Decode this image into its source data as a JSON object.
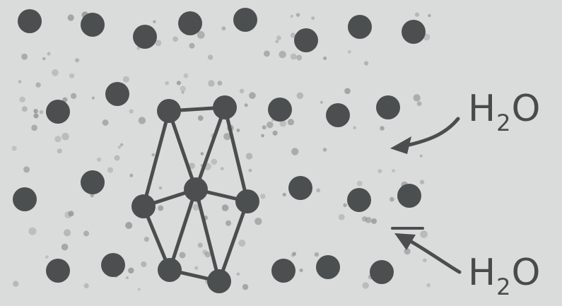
{
  "labels": [
    {
      "main": "H",
      "sub": "2",
      "tail": "O"
    },
    {
      "main": "H",
      "sub": "2",
      "tail": "O"
    }
  ],
  "colors": {
    "background": "#d9dcdb",
    "atom": "#4b4f50",
    "bond": "#4a4e4f",
    "dot": "#8f9393",
    "arrow": "#4a4e4f"
  }
}
